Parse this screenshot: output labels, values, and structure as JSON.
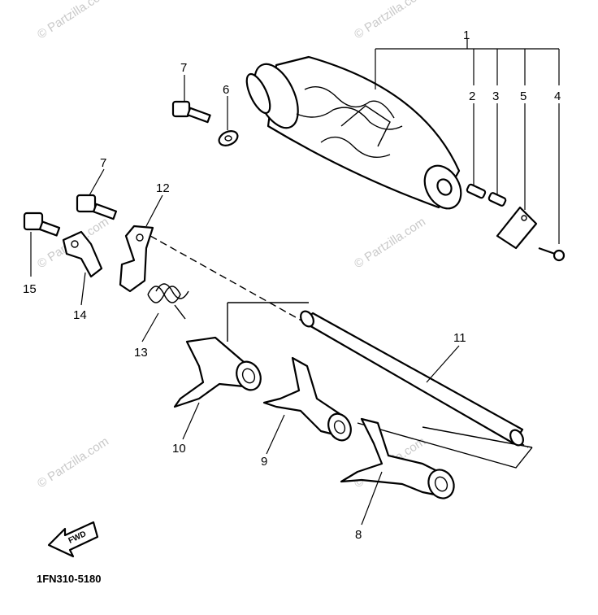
{
  "watermark": "© Partzilla.com",
  "diagram_code": "1FN310-5180",
  "forward_label": "FWD",
  "callouts": {
    "p1": "1",
    "p2": "2",
    "p3": "3",
    "p4": "4",
    "p5": "5",
    "p6": "6",
    "p7a": "7",
    "p7b": "7",
    "p8": "8",
    "p9": "9",
    "p10": "10",
    "p11": "11",
    "p12": "12",
    "p13": "13",
    "p14": "14",
    "p15": "15"
  }
}
